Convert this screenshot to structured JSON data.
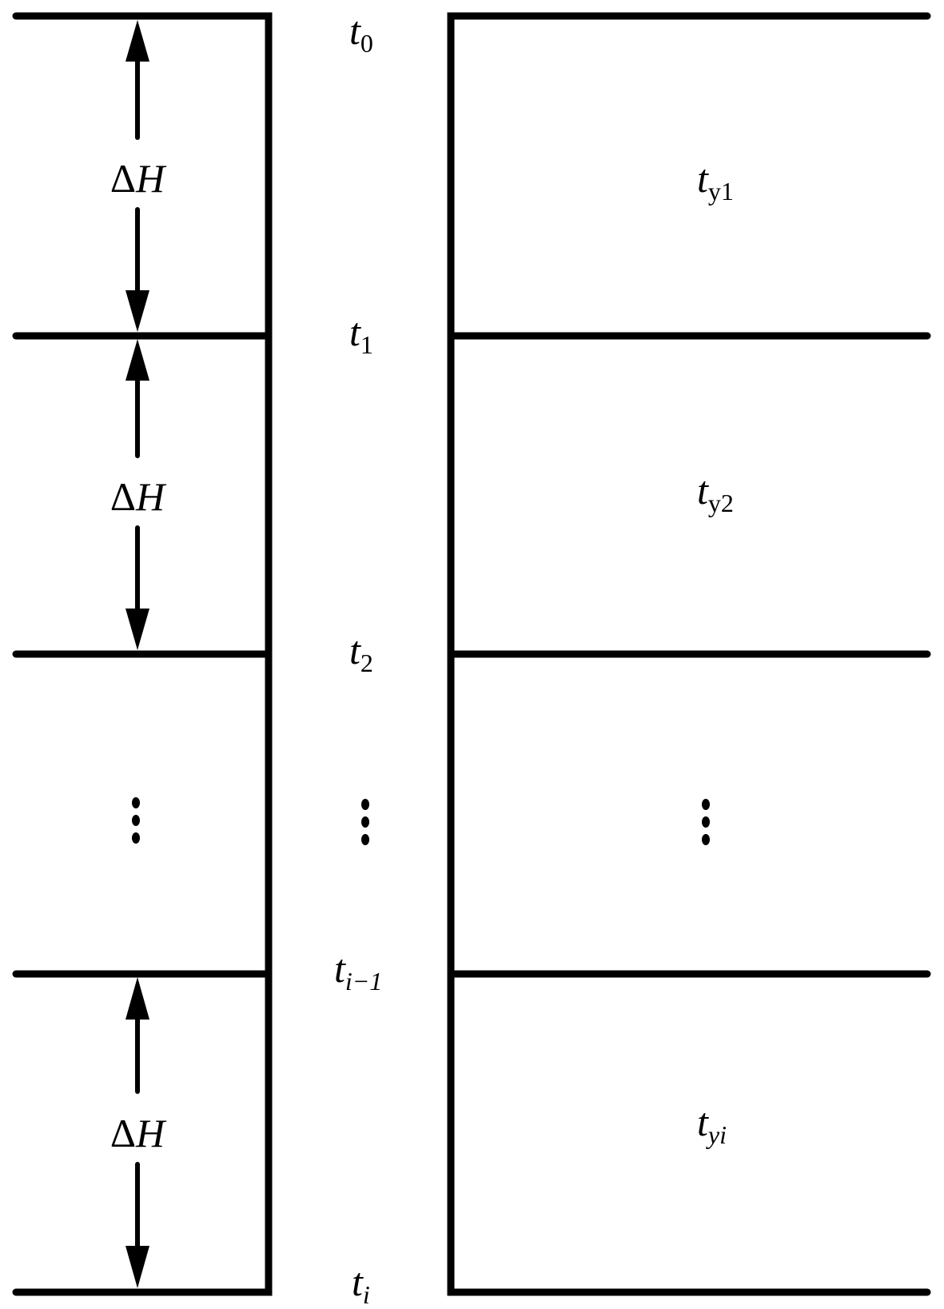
{
  "diagram": {
    "stroke_color": "#000000",
    "background": "#ffffff",
    "layer_boundaries": [
      {
        "base": "t",
        "sub": "0"
      },
      {
        "base": "t",
        "sub": "1"
      },
      {
        "base": "t",
        "sub": "2"
      },
      {
        "base": "t",
        "sub": "i−1"
      },
      {
        "base": "t",
        "sub": "i"
      }
    ],
    "layer_temps": [
      {
        "base": "t",
        "sub": "y1"
      },
      {
        "base": "t",
        "sub": "y2"
      },
      {
        "base": "t",
        "sub": "yi"
      }
    ],
    "thickness_label": {
      "delta": "Δ",
      "var": "H"
    },
    "ellipsis": "⋮"
  }
}
